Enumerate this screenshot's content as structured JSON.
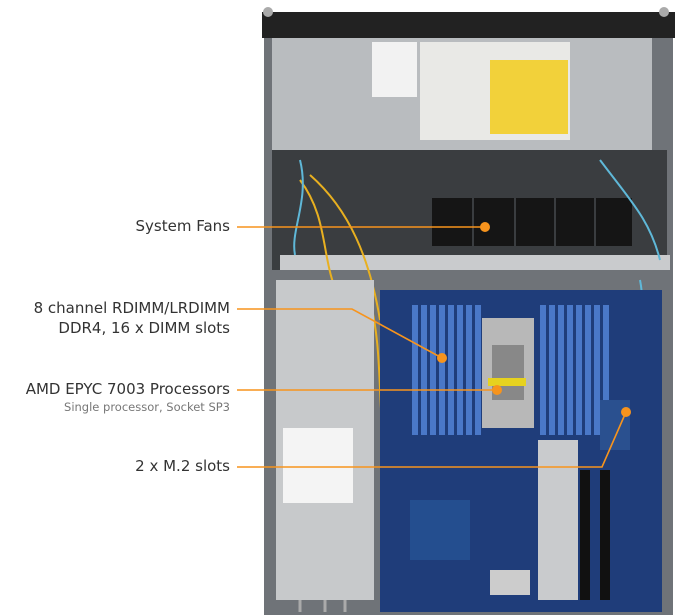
{
  "callouts": {
    "fans": {
      "label": "System Fans"
    },
    "memory": {
      "line1": "8 channel RDIMM/LRDIMM",
      "line2": "DDR4, 16 x DIMM slots"
    },
    "cpu": {
      "label": "AMD EPYC 7003 Processors",
      "sub": "Single processor, Socket SP3"
    },
    "m2": {
      "label": "2 x M.2 slots"
    }
  },
  "colors": {
    "accent": "#f7941d",
    "board": "#1f3d7a",
    "chassis": "#9a9ea3",
    "dimm": "#4a78c8"
  }
}
